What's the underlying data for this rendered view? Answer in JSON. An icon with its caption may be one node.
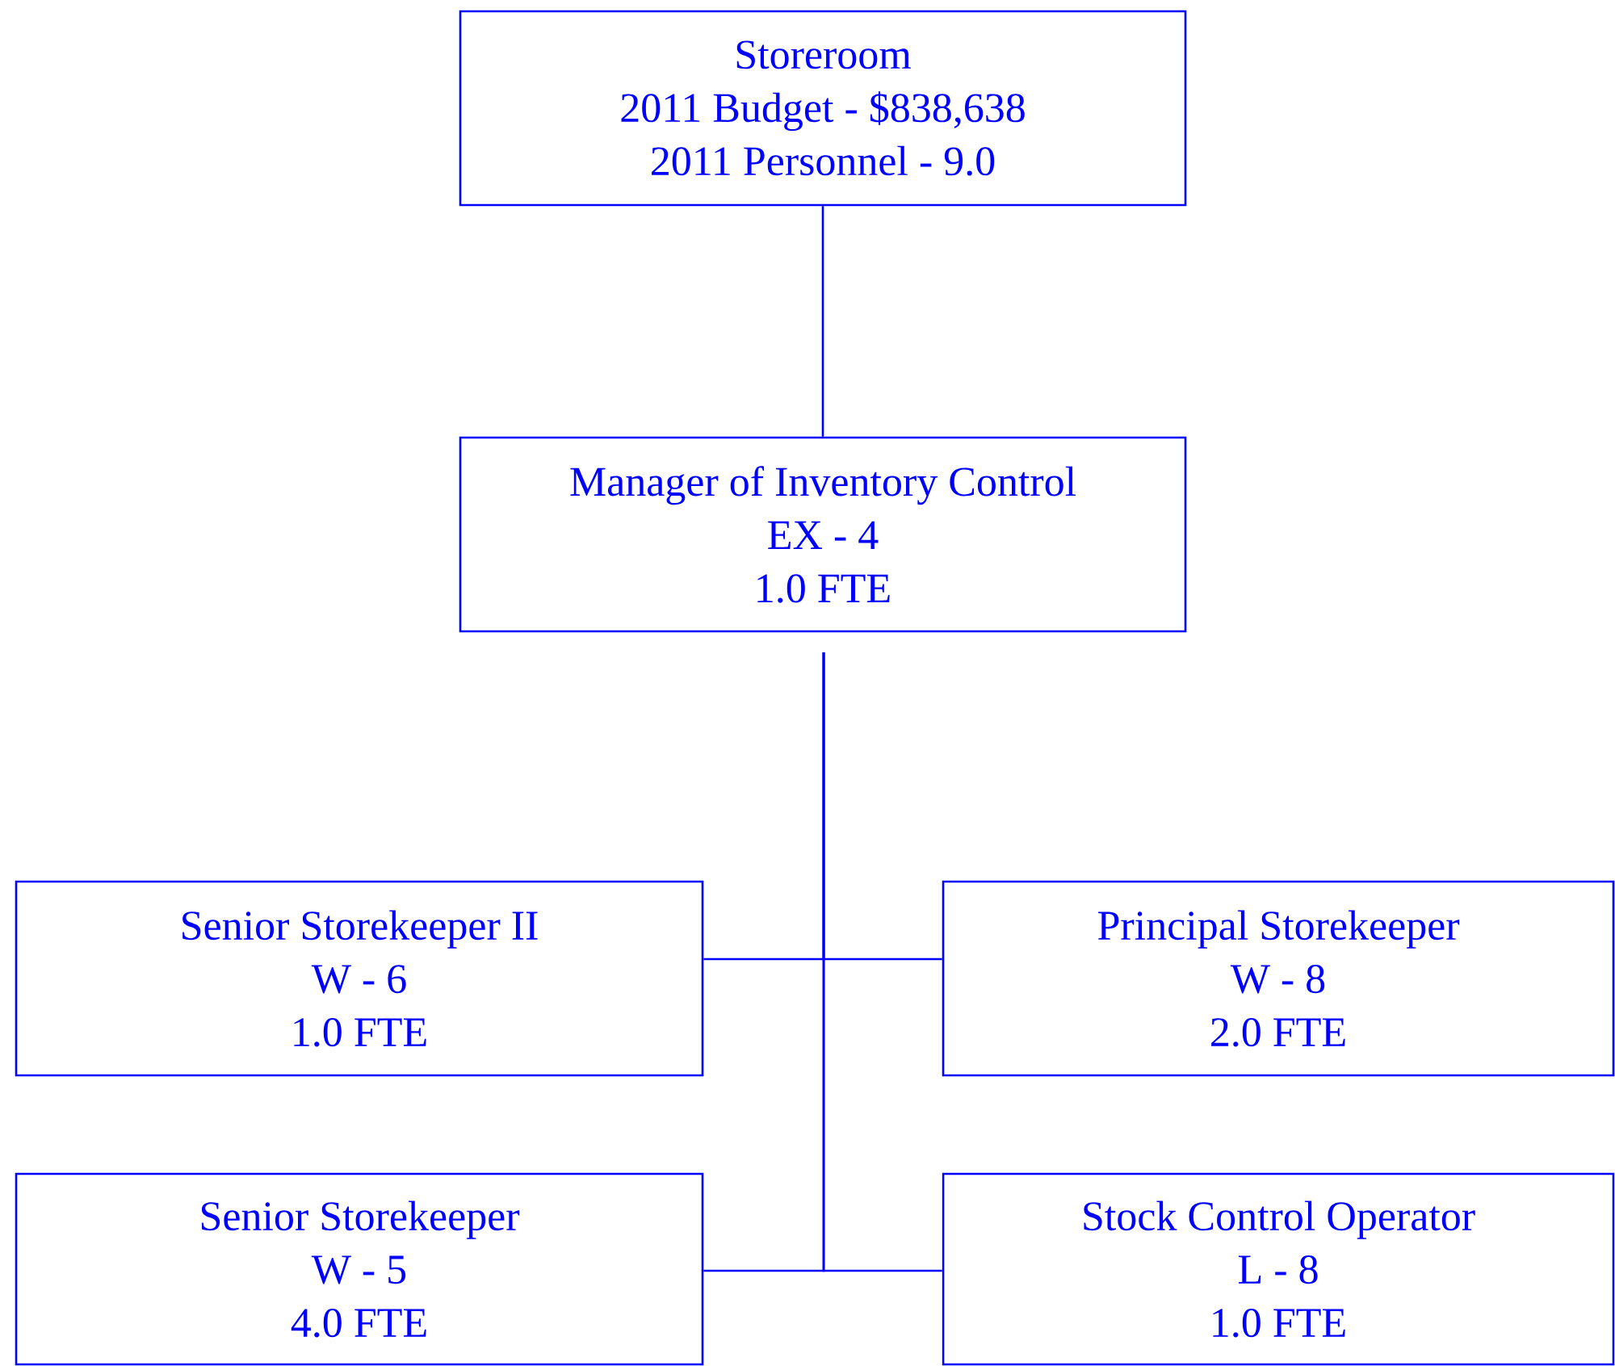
{
  "diagram": {
    "nodes": [
      {
        "text": [
          "Storeroom",
          "2011 Budget - $838,638",
          "2011 Personnel - 9.0"
        ]
      },
      {
        "text": [
          "Manager of Inventory Control",
          "EX - 4",
          "1.0 FTE"
        ]
      },
      {
        "text": [
          "Senior Storekeeper II",
          "W - 6",
          "1.0 FTE"
        ]
      },
      {
        "text": [
          "Principal Storekeeper",
          "W - 8",
          "2.0 FTE"
        ]
      },
      {
        "text": [
          "Senior Storekeeper",
          "W - 5",
          "4.0 FTE"
        ]
      },
      {
        "text": [
          "Stock Control Operator",
          "L - 8",
          "1.0 FTE"
        ]
      }
    ],
    "edges": [
      {
        "from": 0,
        "to": 1,
        "arrow": "none"
      },
      {
        "from": 1,
        "to": 2,
        "arrow": "none"
      },
      {
        "from": 1,
        "to": 3,
        "arrow": "none"
      },
      {
        "from": 1,
        "to": 4,
        "arrow": "none"
      },
      {
        "from": 1,
        "to": 5,
        "arrow": "none"
      }
    ]
  }
}
